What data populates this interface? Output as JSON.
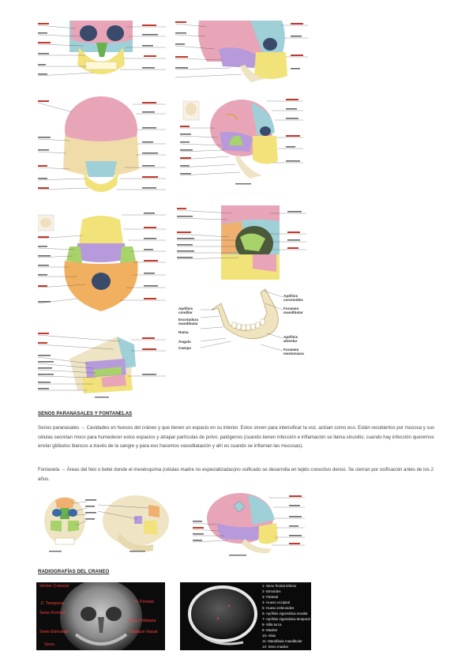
{
  "sections": {
    "sinuses_heading": "SENOS PARANASALES Y FONTANELAS",
    "sinuses_text": "Senos paranasales → Cavidades en huesos del cráneo y que tienen un espacio en su interior. Estos sirven para intensificar la voz, actúan como eco. Están recubiertos por mucosa y sus células secretan moco para humedecer estos espacios y atrapar partículas de polvo, patógenos (cuando tienen infección e inflamación se llama sinusitis; cuando hay infección queremos enviar glóbulos blancos a través de la sangre y para eso hacemos vasodilatación y ahí es cuando se inflaman las mucosas).",
    "fontanelle_text": "Fontanela → Áreas del feto o bebé donde el mesénquima (células madre no especializadas)no osificado se desarrolla en tejido conectivo denso. Se cierran por osificación antes de los 2 años.",
    "radiography_heading": "RADIOGRAFÍAS DEL CRANEO"
  },
  "figures": {
    "mandible_labels": {
      "left": [
        "Apófisis condilar",
        "Escotadura mandibular",
        "Rama",
        "Ángulo",
        "Cuerpo"
      ],
      "right": [
        "Apófisis coronoides",
        "Foramen mandibular",
        "Apófisis alveolar",
        "Foramen mentoniano"
      ]
    }
  },
  "xrays": {
    "left_labels": [
      "Vertex Craneal",
      "F. Temporal",
      "Seno Frontal",
      "Seno Etmoidal",
      "Seno",
      "H. Frontal",
      "Fosa Orbitaria",
      "Tabique Nasal"
    ],
    "right_labels": [
      "1- Seno frontal inferior",
      "2- Etmoides",
      "3- Parietal",
      "4- Hueso occipital",
      "5- Hueso esfenoides",
      "6- Apófisis zigomática maxilar",
      "7- Apófisis zigomática temporal",
      "8- Silla turca",
      "9- Maxilar",
      "10- Atlas",
      "11- Mandíbula mandibular",
      "12- Seno maxilar"
    ]
  }
}
